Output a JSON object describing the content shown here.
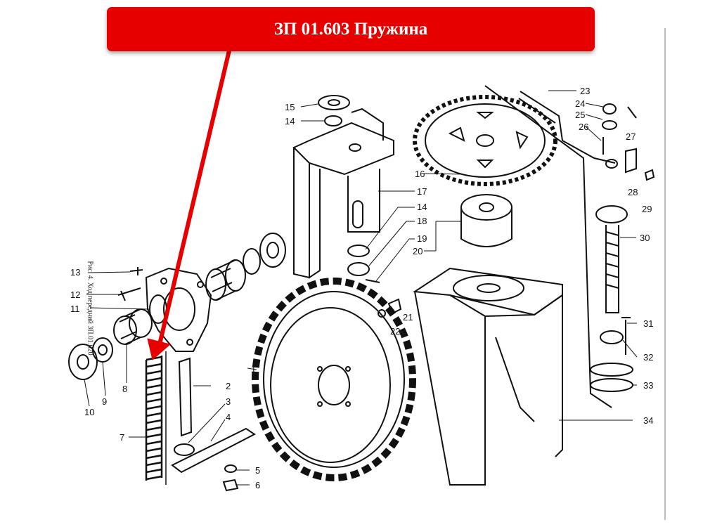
{
  "banner": {
    "title": "ЗП 01.603 Пружина",
    "color": "#e60000"
  },
  "figure_caption": "Рис. 4. Ход передний ЗП.01.020",
  "part_labels": [
    "1",
    "2",
    "3",
    "4",
    "5",
    "6",
    "7",
    "8",
    "9",
    "10",
    "11",
    "12",
    "13",
    "14",
    "15",
    "16",
    "17",
    "14",
    "18",
    "19",
    "20",
    "21",
    "22",
    "23",
    "24",
    "25",
    "26",
    "27",
    "28",
    "29",
    "30",
    "31",
    "32",
    "33",
    "34"
  ],
  "highlighted_part": "7",
  "arrow_color": "#e60000"
}
